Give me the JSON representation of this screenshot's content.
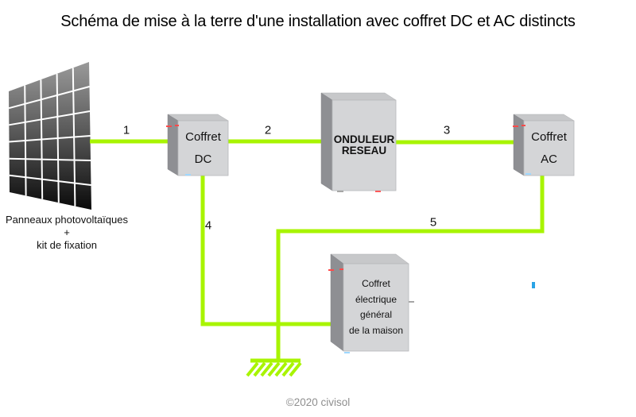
{
  "title": "Schéma de mise à la terre d'une installation avec coffret DC et AC distincts",
  "panel": {
    "caption": "Panneaux photovoltaïques\n+\nkit de fixation"
  },
  "boxes": {
    "dc": {
      "label": "Coffret\nDC"
    },
    "onduleur": {
      "label": "ONDULEUR\nRESEAU"
    },
    "ac": {
      "label": "Coffret\nAC"
    },
    "maison": {
      "label": "Coffret\nélectrique\ngénéral\nde la maison"
    }
  },
  "wires": {
    "labels": [
      "1",
      "2",
      "3",
      "4",
      "5"
    ]
  },
  "footer": {
    "copyright": "©2020 civisol"
  },
  "colors": {
    "wire": "#a8f402",
    "panel_gradient_top": "#9a9a9a",
    "panel_gradient_bottom": "#0a0a0a",
    "box_front": "#d4d5d7",
    "box_side": "#8e8f93",
    "box_top": "#c7c8ca"
  }
}
